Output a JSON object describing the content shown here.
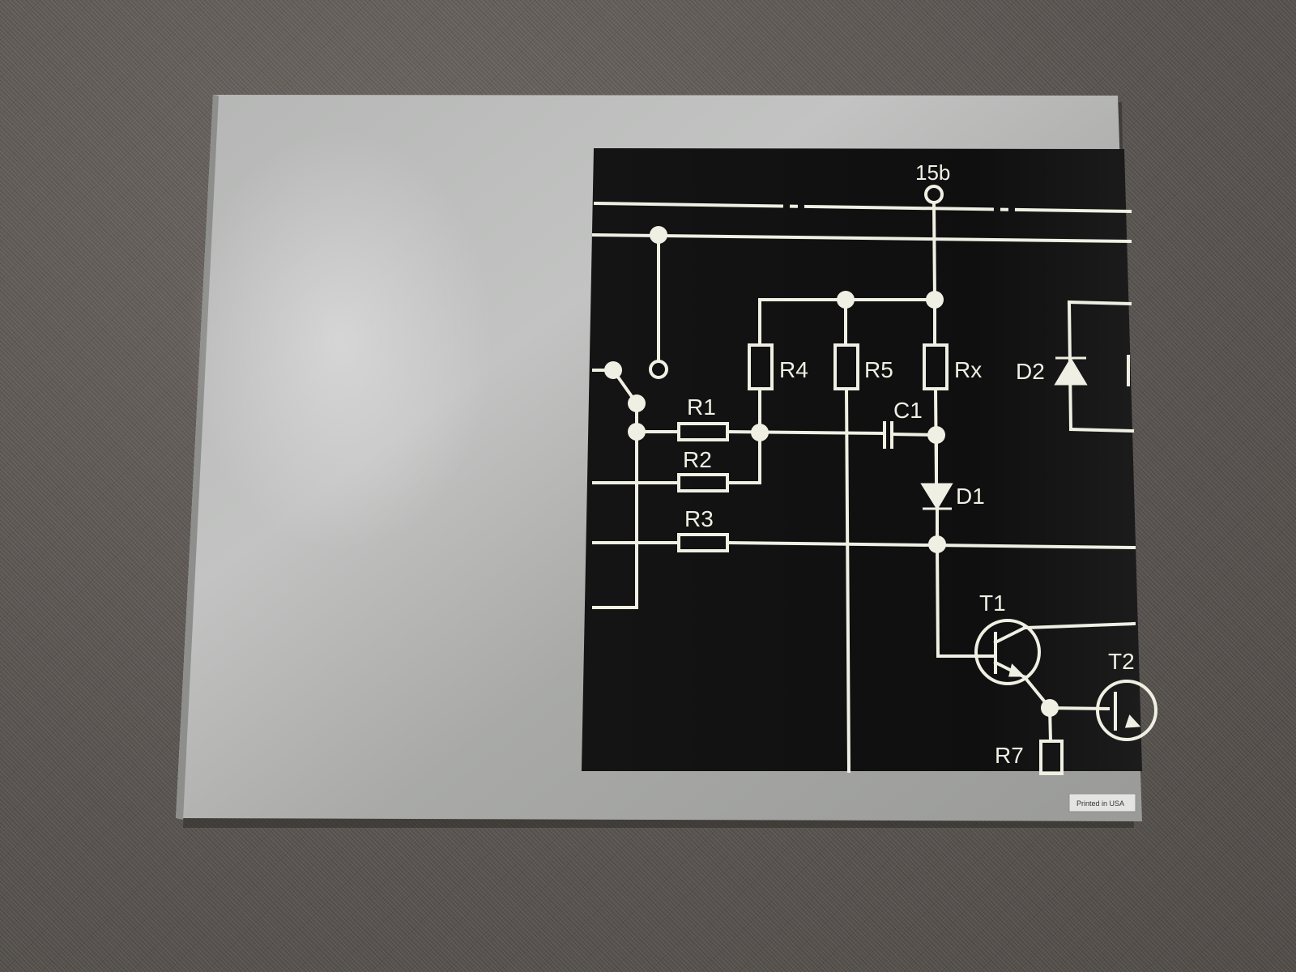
{
  "photo": {
    "surface": "carpet",
    "object": "booklet back cover"
  },
  "schematic": {
    "labels": {
      "terminal": "15b",
      "r1": "R1",
      "r2": "R2",
      "r3": "R3",
      "r4": "R4",
      "r5": "R5",
      "rx": "Rx",
      "r7": "R7",
      "c1": "C1",
      "d1": "D1",
      "d2": "D2",
      "t1": "T1",
      "t2": "T2"
    }
  },
  "imprint": {
    "text": "Printed in USA"
  },
  "colors": {
    "carpet": "#5b5652",
    "cover": "#a9aaa9",
    "panel": "#111111",
    "ink": "#efefe3"
  }
}
